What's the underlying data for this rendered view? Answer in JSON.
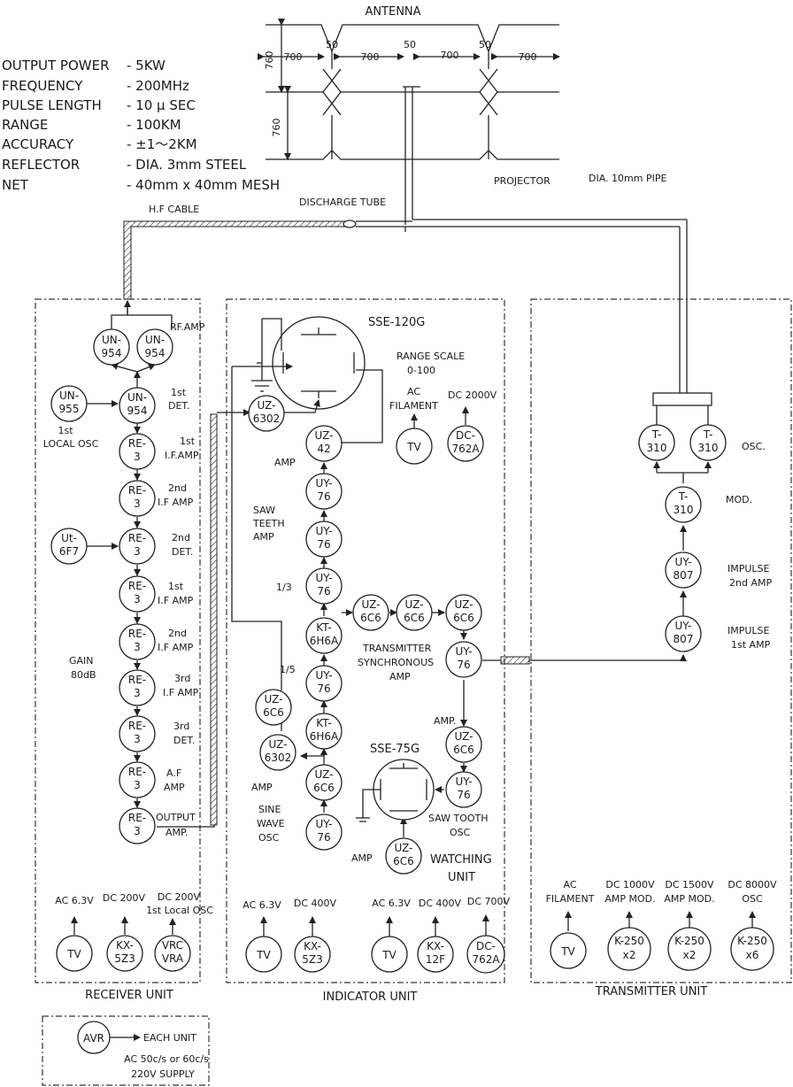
{
  "specs": [
    {
      "label": "OUTPUT POWER",
      "value": "- 5KW"
    },
    {
      "label": "FREQUENCY",
      "value": "- 200MHz"
    },
    {
      "label": "PULSE LENGTH",
      "value": "- 10 μ SEC"
    },
    {
      "label": "RANGE",
      "value": "- 100KM"
    },
    {
      "label": "ACCURACY",
      "value": "- ±1～2KM"
    },
    {
      "label": "REFLECTOR",
      "value": "- DIA. 3mm STEEL"
    },
    {
      "label": "NET",
      "value": "- 40mm x 40mm MESH"
    }
  ],
  "antenna": {
    "title": "ANTENNA",
    "dim_700": "700",
    "dim_50": "50",
    "dim_760": "760",
    "projector": "PROJECTOR",
    "pipe": "DIA. 10mm PIPE",
    "discharge": "DISCHARGE TUBE",
    "hf_cable": "H.F CABLE"
  },
  "receiver": {
    "title": "RECEIVER UNIT",
    "tubes": [
      {
        "l1": "UN-",
        "l2": "954"
      },
      {
        "l1": "UN-",
        "l2": "954"
      },
      {
        "l1": "UN-",
        "l2": "955"
      },
      {
        "l1": "UN-",
        "l2": "954"
      },
      {
        "l1": "RE-",
        "l2": "3"
      },
      {
        "l1": "RE-",
        "l2": "3"
      },
      {
        "l1": "Ut-",
        "l2": "6F7"
      },
      {
        "l1": "RE-",
        "l2": "3"
      },
      {
        "l1": "RE-",
        "l2": "3"
      },
      {
        "l1": "RE-",
        "l2": "3"
      },
      {
        "l1": "RE-",
        "l2": "3"
      },
      {
        "l1": "RE-",
        "l2": "3"
      },
      {
        "l1": "RE-",
        "l2": "3"
      },
      {
        "l1": "RE-",
        "l2": "3"
      }
    ],
    "labels": {
      "rf_amp": "RF.AMP",
      "first_det_1": "1st",
      "first_det_2": "DET.",
      "local_osc_1": "1st",
      "local_osc_2": "LOCAL OSC",
      "if1_1": "1st",
      "if1_2": "I.F.AMP",
      "if2_1": "2nd",
      "if2_2": "I.F AMP",
      "det2_1": "2nd",
      "det2_2": "DET.",
      "if1b_1": "1st",
      "if1b_2": "I.F AMP",
      "if2b_1": "2nd",
      "if2b_2": "I.F AMP",
      "if3_1": "3rd",
      "if3_2": "I.F AMP",
      "det3_1": "3rd",
      "det3_2": "DET.",
      "af_1": "A.F",
      "af_2": "AMP",
      "out_1": "OUTPUT",
      "out_2": "AMP.",
      "gain_1": "GAIN",
      "gain_2": "80dB"
    },
    "power": [
      {
        "label": "AC 6.3V",
        "l1": "TV",
        "l2": ""
      },
      {
        "label": "DC 200V",
        "l1": "KX-",
        "l2": "5Z3"
      },
      {
        "label": "DC 200V",
        "label2": "1st Local OSC",
        "l1": "VRC",
        "l2": "VRA"
      }
    ]
  },
  "indicator": {
    "title": "INDICATOR UNIT",
    "crt_main": "SSE-120G",
    "crt_watch": "SSE-75G",
    "range_scale_1": "RANGE SCALE",
    "range_scale_2": "0-100",
    "ac_fil_1": "AC",
    "ac_fil_2": "FILAMENT",
    "dc2000": "DC 2000V",
    "tubes": [
      {
        "l1": "UZ-",
        "l2": "6302"
      },
      {
        "l1": "UZ-",
        "l2": "42"
      },
      {
        "l1": "TV",
        "l2": ""
      },
      {
        "l1": "DC-",
        "l2": "762A"
      },
      {
        "l1": "UY-",
        "l2": "76"
      },
      {
        "l1": "UY-",
        "l2": "76"
      },
      {
        "l1": "UY-",
        "l2": "76"
      },
      {
        "l1": "KT-",
        "l2": "6H6A"
      },
      {
        "l1": "UZ-",
        "l2": "6C6"
      },
      {
        "l1": "UZ-",
        "l2": "6C6"
      },
      {
        "l1": "UZ-",
        "l2": "6C6"
      },
      {
        "l1": "UY-",
        "l2": "76"
      },
      {
        "l1": "UY-",
        "l2": "76"
      },
      {
        "l1": "KT-",
        "l2": "6H6A"
      },
      {
        "l1": "UZ-",
        "l2": "6C6"
      },
      {
        "l1": "UZ-",
        "l2": "6302"
      },
      {
        "l1": "UZ-",
        "l2": "6C6"
      },
      {
        "l1": "UY-",
        "l2": "76"
      },
      {
        "l1": "UZ-",
        "l2": "6C6"
      },
      {
        "l1": "UY-",
        "l2": "76"
      },
      {
        "l1": "UZ-",
        "l2": "6C6"
      }
    ],
    "labels": {
      "amp1": "AMP",
      "saw_1": "SAW",
      "saw_2": "TEETH",
      "saw_3": "AMP",
      "third": "1/3",
      "fifth": "1/5",
      "ts_1": "TRANSMITTER",
      "ts_2": "SYNCHRONOUS",
      "ts_3": "AMP",
      "amp2": "AMP.",
      "amp3": "AMP",
      "sine_1": "SINE",
      "sine_2": "WAVE",
      "sine_3": "OSC",
      "sawtooth_1": "SAW TOOTH",
      "sawtooth_2": "OSC",
      "amp4": "AMP",
      "watch_1": "WATCHING",
      "watch_2": "UNIT"
    },
    "power": [
      {
        "label": "AC 6.3V",
        "l1": "TV",
        "l2": ""
      },
      {
        "label": "DC 400V",
        "l1": "KX-",
        "l2": "5Z3"
      },
      {
        "label": "AC 6.3V",
        "l1": "TV",
        "l2": ""
      },
      {
        "label": "DC 400V",
        "l1": "KX-",
        "l2": "12F"
      },
      {
        "label": "DC 700V",
        "l1": "DC-",
        "l2": "762A"
      }
    ]
  },
  "transmitter": {
    "title": "TRANSMITTER UNIT",
    "tubes": [
      {
        "l1": "T-",
        "l2": "310"
      },
      {
        "l1": "T-",
        "l2": "310"
      },
      {
        "l1": "T-",
        "l2": "310"
      },
      {
        "l1": "UY-",
        "l2": "807"
      },
      {
        "l1": "UY-",
        "l2": "807"
      }
    ],
    "labels": {
      "osc": "OSC.",
      "mod": "MOD.",
      "imp2_1": "IMPULSE",
      "imp2_2": "2nd AMP",
      "imp1_1": "IMPULSE",
      "imp1_2": "1st AMP"
    },
    "power": [
      {
        "label": "AC",
        "label2": "FILAMENT",
        "l1": "TV",
        "l2": ""
      },
      {
        "label": "DC 1000V",
        "label2": "AMP MOD.",
        "l1": "K-250",
        "l2": "x2"
      },
      {
        "label": "DC 1500V",
        "label2": "AMP MOD.",
        "l1": "K-250",
        "l2": "x2"
      },
      {
        "label": "DC 8000V",
        "label2": "OSC",
        "l1": "K-250",
        "l2": "x6"
      }
    ]
  },
  "avr": {
    "tube": "AVR",
    "each": "EACH UNIT",
    "supply_1": "AC 50c/s or 60c/s",
    "supply_2": "220V SUPPLY"
  }
}
